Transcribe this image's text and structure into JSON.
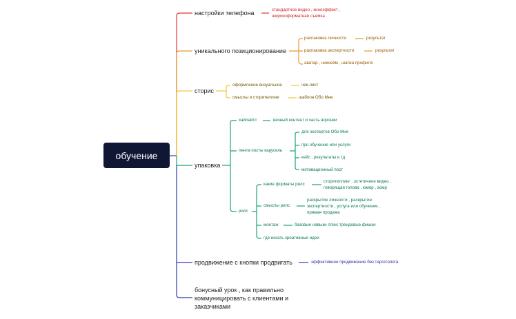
{
  "root": "обучение",
  "colors": {
    "root_bg": "#101735",
    "red": "#e8322f",
    "orange": "#e8962f",
    "yellow": "#f2c637",
    "green": "#1aa278",
    "blue": "#3039b5"
  },
  "branches": {
    "settings": {
      "label": "настройки телефона",
      "children": [
        "стандартное видео , киноэффект ,",
        "широкоформатная съемка"
      ]
    },
    "positioning": {
      "label": "уникального позиционирование",
      "children": [
        {
          "label": "распаковка личности",
          "child": "результат"
        },
        {
          "label": "распаковка экспертности",
          "child": "результат"
        },
        {
          "label": "аватар , никнейм , шапка профиля"
        }
      ]
    },
    "stories": {
      "label": "сторис",
      "children": [
        {
          "label": "оформление визуальное",
          "child": "чек-лист"
        },
        {
          "label": "смыслы и сторителлинг",
          "child": "шаблон Обо Мне"
        }
      ]
    },
    "packaging": {
      "label": "упаковка",
      "highlights": {
        "label": "хайлайтс",
        "child": "вечный контент и часть воронки"
      },
      "feed": {
        "label": "лента посты карусель",
        "children": [
          "для экспертов Обо Мне",
          "про обучение или услуги",
          "кейс , результаты и тд",
          "мотивационный пост"
        ]
      },
      "reels": {
        "label": "рилс",
        "formats": {
          "label": "какие форматы рилс",
          "child_line1": "сторителлинг , эстетичное видео ,",
          "child_line2": "говорящая голова , юмор , асмр"
        },
        "meanings": {
          "label": "смыслы рилс",
          "child_line1": "раскрытие личности , раскрытие",
          "child_line2": "экспертности , услуга или обучение ,",
          "child_line3": "прямая продажа"
        },
        "montage": {
          "label": "монтаж",
          "child": "базовые навыки плюс трендовые фишки"
        },
        "ideas": {
          "label": "где искать креативные идеи"
        }
      }
    },
    "promotion": {
      "label": "продвижение с кнопки продвигать",
      "child": "эффективное продвижение без таргетолога"
    },
    "bonus": {
      "line1": "бонусный урок , как правильно",
      "line2": "коммуницировать с клиентами и",
      "line3": "заказчиками"
    }
  }
}
